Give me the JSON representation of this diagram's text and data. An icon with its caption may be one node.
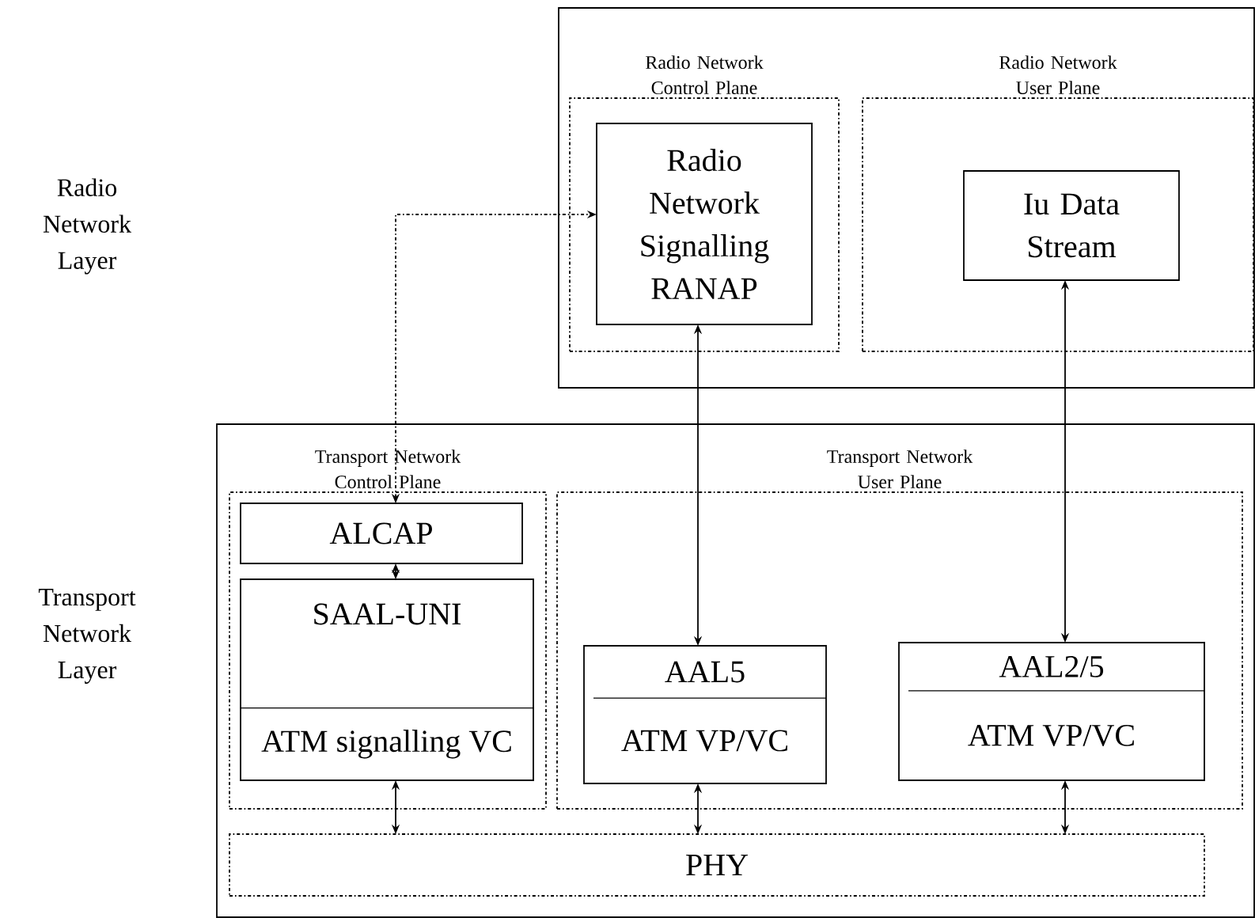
{
  "diagram": {
    "nodes": [
      {
        "text": [],
        "shape": "box"
      },
      {
        "text": [
          "Radio Network Control Plane"
        ],
        "in": 0
      },
      {
        "text": [
          "Radio Network Signalling RANAP"
        ],
        "in": 1
      },
      {
        "text": [
          "Radio Network User Plane"
        ],
        "in": 0
      },
      {
        "text": [
          "Iu Data Stream"
        ],
        "in": 3
      },
      {
        "text": [],
        "shape": "box"
      },
      {
        "text": [
          "Transport Network Control Plane"
        ],
        "in": 5
      },
      {
        "text": [
          "ALCAP"
        ],
        "in": 6
      },
      {
        "text": [
          "SAAL-UNI",
          "ATM signalling VC"
        ],
        "in": 6
      },
      {
        "text": [
          "Transport Network User Plane"
        ],
        "in": 5
      },
      {
        "text": [
          "AAL5",
          "ATM VP/VC"
        ],
        "in": 9
      },
      {
        "text": [
          "AAL2/5",
          "ATM VP/VC"
        ],
        "in": 9
      },
      {
        "text": [
          "PHY"
        ],
        "in": 5
      }
    ],
    "edges": [
      {
        "from": 7,
        "to": 2,
        "arrow": "both",
        "style": "dashed"
      },
      {
        "from": 2,
        "to": 10,
        "arrow": "both"
      },
      {
        "from": 4,
        "to": 11,
        "arrow": "both"
      },
      {
        "from": 7,
        "to": 8,
        "arrow": "both"
      },
      {
        "from": 8,
        "to": 12,
        "arrow": "both"
      },
      {
        "from": 10,
        "to": 12,
        "arrow": "both"
      },
      {
        "from": 11,
        "to": 12,
        "arrow": "both"
      }
    ],
    "labels": [
      "Radio Network Layer",
      "Transport Network Layer"
    ]
  }
}
